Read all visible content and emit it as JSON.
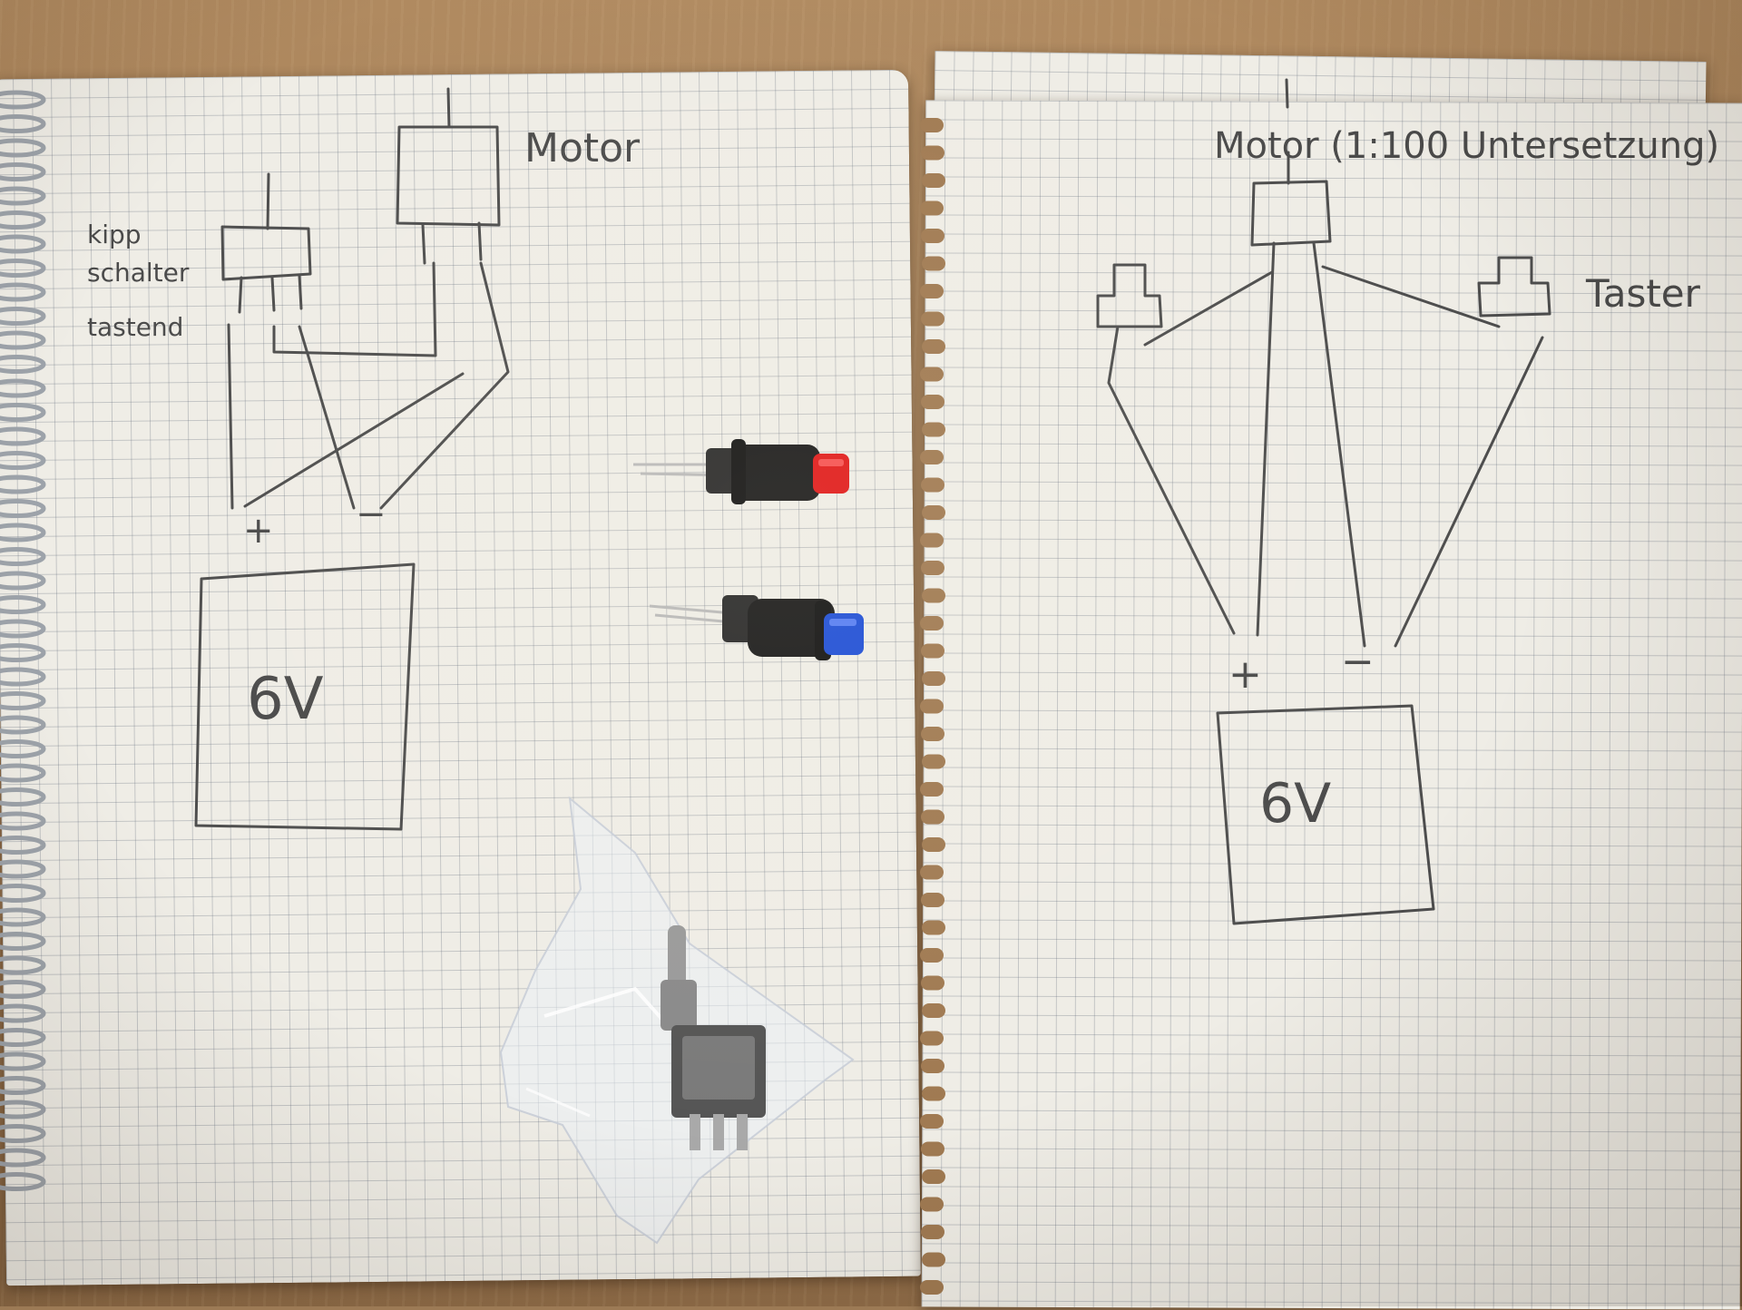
{
  "scene": {
    "colors": {
      "table": "#a07a52",
      "paper": "#efede6",
      "pencil": "#4d4d4d",
      "button_red": "#e01a1a",
      "button_blue": "#1f4fd6",
      "button_body": "#1b1b1b"
    }
  },
  "left_sketch": {
    "motor_label": "Motor",
    "switch_label_lines": [
      "kipp",
      "schalter",
      "tastend"
    ],
    "plus": "+",
    "minus": "−",
    "battery_label": "6V"
  },
  "right_sketch": {
    "motor_label": "Motor (1:100 Untersetzung)",
    "button_label": "Taster",
    "plus": "+",
    "minus": "−",
    "battery_label": "6V"
  },
  "objects": [
    {
      "name": "red-pushbutton",
      "cap_color": "#e01a1a"
    },
    {
      "name": "blue-pushbutton",
      "cap_color": "#1f4fd6"
    },
    {
      "name": "toggle-switch-in-bag",
      "cap_color": "#9a9a9a"
    }
  ]
}
